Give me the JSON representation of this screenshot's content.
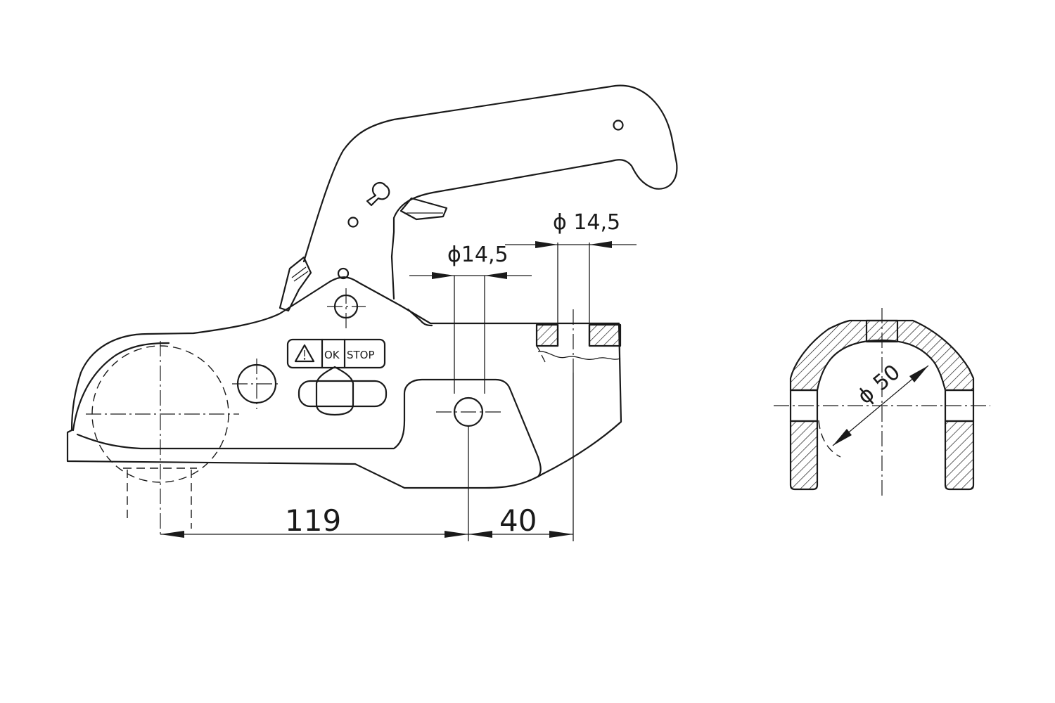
{
  "dimensions": {
    "hole_diameter_left": "ϕ14,5",
    "hole_diameter_right": "ϕ 14,5",
    "length_main": "119",
    "length_offset": "40",
    "ball_diameter": "ϕ 50"
  },
  "indicator": {
    "warning_symbol": "warning-triangle-icon",
    "ok_label": "OK",
    "stop_label": "STOP"
  },
  "colors": {
    "line": "#1a1a1a",
    "background": "#ffffff"
  }
}
